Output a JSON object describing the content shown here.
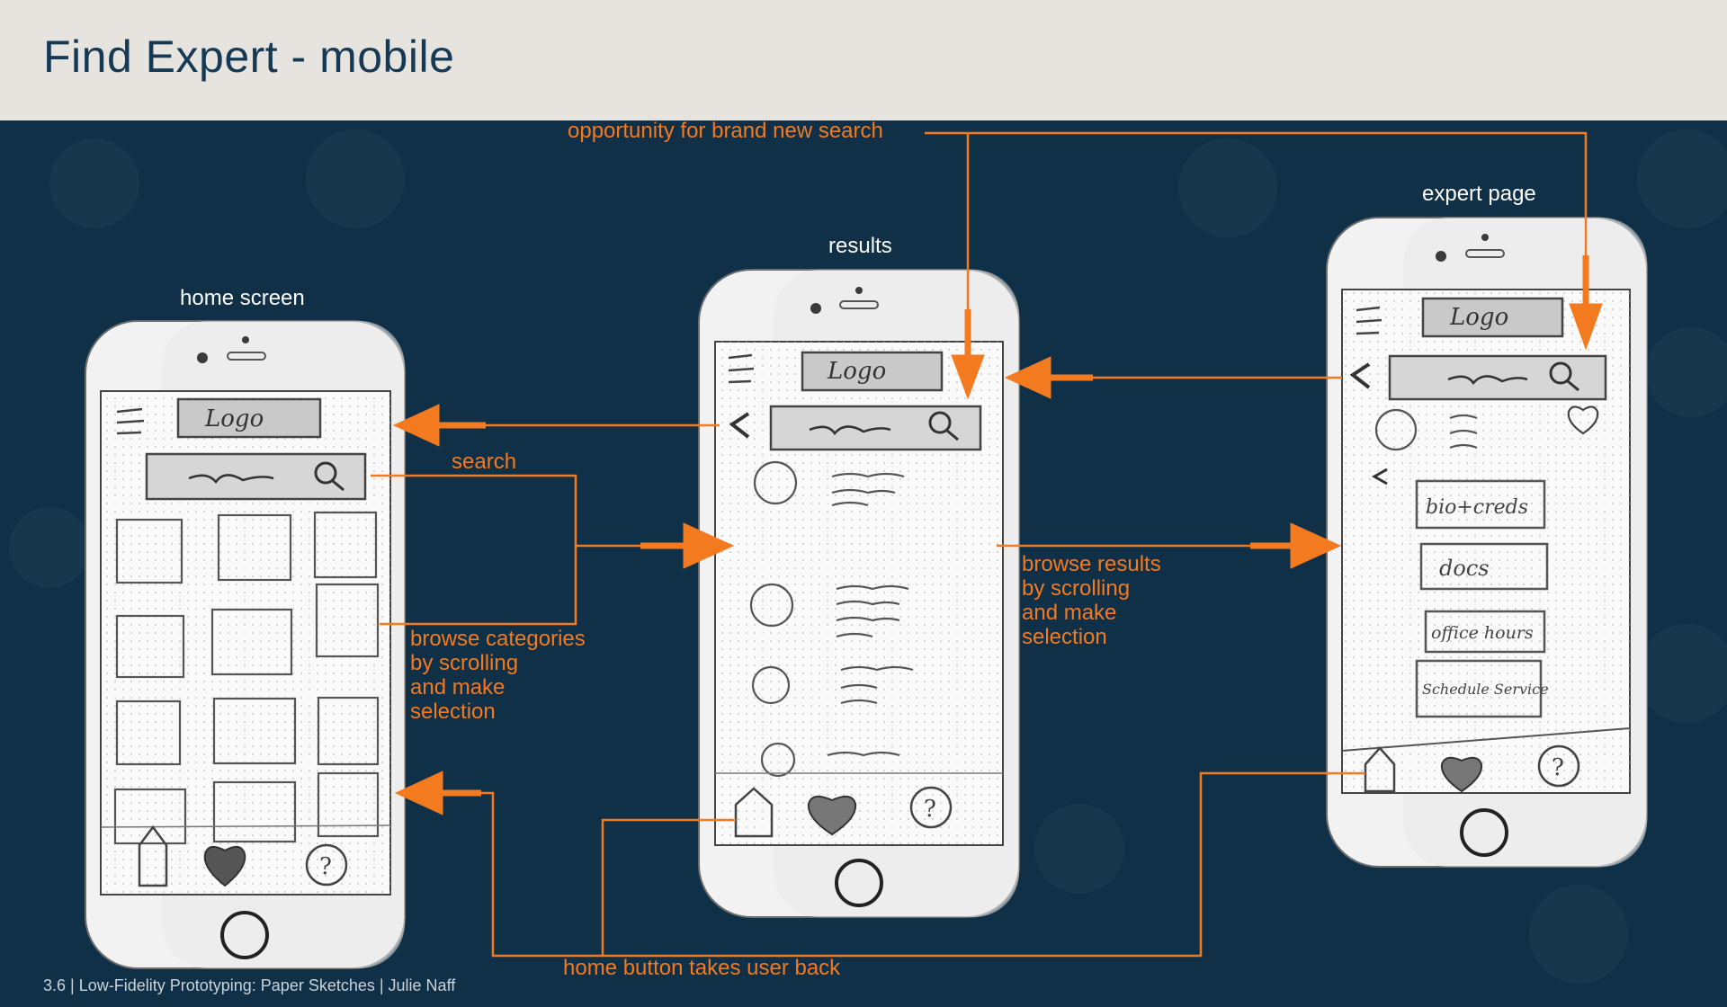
{
  "header": {
    "title": "Find Expert - mobile"
  },
  "screens": {
    "home": {
      "label": "home screen",
      "logo_text": "Logo",
      "search_scribble": "~",
      "nav_icons": [
        "home-icon",
        "heart-icon",
        "help-icon"
      ]
    },
    "results": {
      "label": "results",
      "logo_text": "Logo",
      "nav_icons": [
        "home-icon",
        "heart-icon",
        "help-icon"
      ]
    },
    "expert": {
      "label": "expert page",
      "logo_text": "Logo",
      "buttons": [
        "bio+creds",
        "docs",
        "office hours",
        "Schedule Service"
      ]
    }
  },
  "annotations": {
    "new_search": "opportunity for brand new search",
    "search": "search",
    "browse_categories": [
      "browse categories",
      "by scrolling",
      "and make",
      "selection"
    ],
    "browse_results": [
      "browse results",
      "by scrolling",
      "and make",
      "selection"
    ],
    "home_button": "home button takes user back"
  },
  "footer": {
    "text": "3.6  |  Low-Fidelity Prototyping: Paper  Sketches | Julie Naff"
  },
  "colors": {
    "header_bg": "#e7e3df",
    "canvas_bg": "#0f3047",
    "accent": "#f47a20",
    "title": "#163a55"
  }
}
